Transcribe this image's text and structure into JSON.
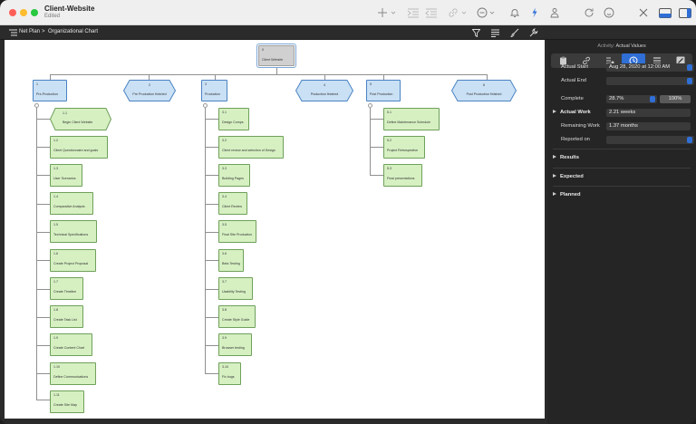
{
  "window": {
    "title": "Client-Website",
    "subtitle": "Edited"
  },
  "nav": {
    "crumb_root": "Net Plan",
    "crumb_sep": ">",
    "crumb_current": "Organizational Chart"
  },
  "inspector": {
    "activity_label": "Activity:",
    "activity_value": "Actual Values",
    "actual_start_label": "Actual Start",
    "actual_start_value": "Aug 28, 2020 at 12:00 AM",
    "actual_end_label": "Actual End",
    "actual_end_value": "",
    "complete_label": "Complete",
    "complete_value": "28.7%",
    "complete_button": "100%",
    "actual_work_label": "Actual Work",
    "actual_work_value": "2.21 weeks",
    "remaining_work_label": "Remaining Work",
    "remaining_work_value": "1.37 months",
    "reported_on_label": "Reported on",
    "reported_on_value": "",
    "sections": {
      "results": "Results",
      "expected": "Expected",
      "planned": "Planned"
    }
  },
  "chart": {
    "root": {
      "num": "0",
      "label": "Client Website"
    },
    "top": [
      {
        "num": "1",
        "label": "Pre-Production"
      },
      {
        "num": "2",
        "label": "Pre Production finished"
      },
      {
        "num": "3",
        "label": "Production"
      },
      {
        "num": "4",
        "label": "Production finished"
      },
      {
        "num": "5",
        "label": "Post Production"
      },
      {
        "num": "6",
        "label": "Post Production finished"
      }
    ],
    "col1": [
      {
        "num": "1.1",
        "label": "Begin Client Website"
      },
      {
        "num": "1.2",
        "label": "Client Questionnaire and goals"
      },
      {
        "num": "1.3",
        "label": "User Scenarios"
      },
      {
        "num": "1.4",
        "label": "Comparative Analysis"
      },
      {
        "num": "1.5",
        "label": "Technical Specifications"
      },
      {
        "num": "1.6",
        "label": "Create Project Proposal"
      },
      {
        "num": "1.7",
        "label": "Create Timeline"
      },
      {
        "num": "1.8",
        "label": "Create Task List"
      },
      {
        "num": "1.9",
        "label": "Create Content Chart"
      },
      {
        "num": "1.10",
        "label": "Define Communications"
      },
      {
        "num": "1.11",
        "label": "Create Site Map"
      }
    ],
    "col3": [
      {
        "num": "3.1",
        "label": "Design Comps"
      },
      {
        "num": "3.2",
        "label": "Client review and selection of Design"
      },
      {
        "num": "3.3",
        "label": "Building Pages"
      },
      {
        "num": "3.4",
        "label": "Client Review"
      },
      {
        "num": "3.5",
        "label": "Final Site Production"
      },
      {
        "num": "3.6",
        "label": "Beta Testing"
      },
      {
        "num": "3.7",
        "label": "Usability Testing"
      },
      {
        "num": "3.8",
        "label": "Create Style Guide"
      },
      {
        "num": "3.9",
        "label": "Browser testing"
      },
      {
        "num": "3.10",
        "label": "Fix bugs"
      }
    ],
    "col5": [
      {
        "num": "5.1",
        "label": "Define Maintenance Schedule"
      },
      {
        "num": "5.2",
        "label": "Project Retrospective"
      },
      {
        "num": "5.3",
        "label": "Final presentations"
      }
    ]
  }
}
